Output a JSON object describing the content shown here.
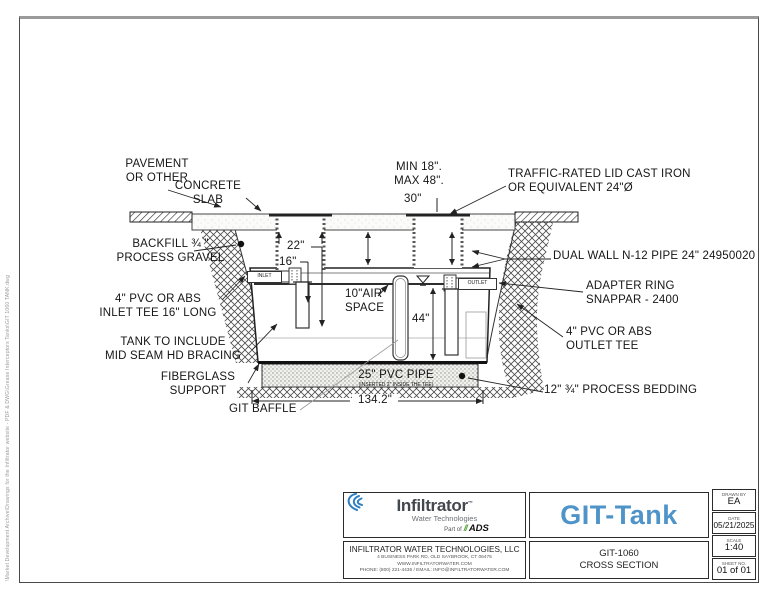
{
  "side_note": "\\Market Development Archive\\Drawings for the Infiltrator website - PDF & DWG\\Grease Interceptors Tanks\\GIT 1060 TANK.dwg",
  "drawing": {
    "annotations": {
      "pavement": [
        "PAVEMENT",
        "OR OTHER"
      ],
      "concrete_slab": [
        "CONCRETE",
        "SLAB"
      ],
      "backfill": [
        "BACKFILL ¾ \"",
        "PROCESS GRAVEL"
      ],
      "min_max": [
        "MIN 18\".",
        "MAX 48\"."
      ],
      "dim_30": "30\"",
      "traffic_lid": [
        "TRAFFIC-RATED LID CAST IRON",
        "OR EQUIVALENT 24\"Ø"
      ],
      "dual_wall": "DUAL WALL N-12 PIPE 24\" 24950020",
      "adapter_ring": [
        "ADAPTER RING",
        "SNAPPAR - 2400"
      ],
      "outlet_tee": [
        "4\" PVC OR ABS",
        "OUTLET TEE"
      ],
      "process_bedding": "12\" ¾\" PROCESS BEDDING",
      "inlet_tee": [
        "4\" PVC OR ABS",
        "INLET TEE 16\" LONG"
      ],
      "tank_bracing": [
        "TANK TO INCLUDE",
        "MID SEAM HD BRACING"
      ],
      "fiberglass": [
        "FIBERGLASS",
        "SUPPORT"
      ],
      "git_baffle": "GIT BAFFLE",
      "dim_22": "22\"",
      "dim_16": "16\"",
      "air_space": [
        "10\"AIR",
        "SPACE"
      ],
      "dim_44": "44\"",
      "pvc_pipe": [
        "25\" PVC PIPE",
        "(INSERTED 2\" INSIDE THE TEE)"
      ],
      "dim_134": "134.2\""
    },
    "tags": {
      "inlet": "INLET",
      "outlet": "OUTLET"
    }
  },
  "title_block": {
    "logo": {
      "brand": "Infiltrator",
      "tm": "™",
      "sub": "Water Technologies",
      "part_of": "Part of",
      "ads_slashes": "//",
      "ads": "ADS"
    },
    "product": "GIT-Tank",
    "company": "INFILTRATOR WATER TECHNOLOGIES, LLC",
    "address": "4 BUSINESS PARK RD, OLD SAYBROOK, CT 06475",
    "website": "WWW.INFILTRATORWATER.COM",
    "contact": "PHONE: (800) 221-4436 / EMAIL: INFO@INFILTRATORWATER.COM",
    "doc": [
      "GIT-1060",
      "CROSS SECTION"
    ],
    "fields": [
      {
        "label": "DRAWN BY",
        "value": "EA"
      },
      {
        "label": "DATE",
        "value": "05/21/2025"
      },
      {
        "label": "SCALE",
        "value": "1:40"
      },
      {
        "label": "SHEET NO.",
        "value": "01 of 01"
      }
    ]
  },
  "colors": {
    "brand_blue": "#4e94c8",
    "logo_blue": "#2e7fc2",
    "ads_green": "#55a335"
  }
}
